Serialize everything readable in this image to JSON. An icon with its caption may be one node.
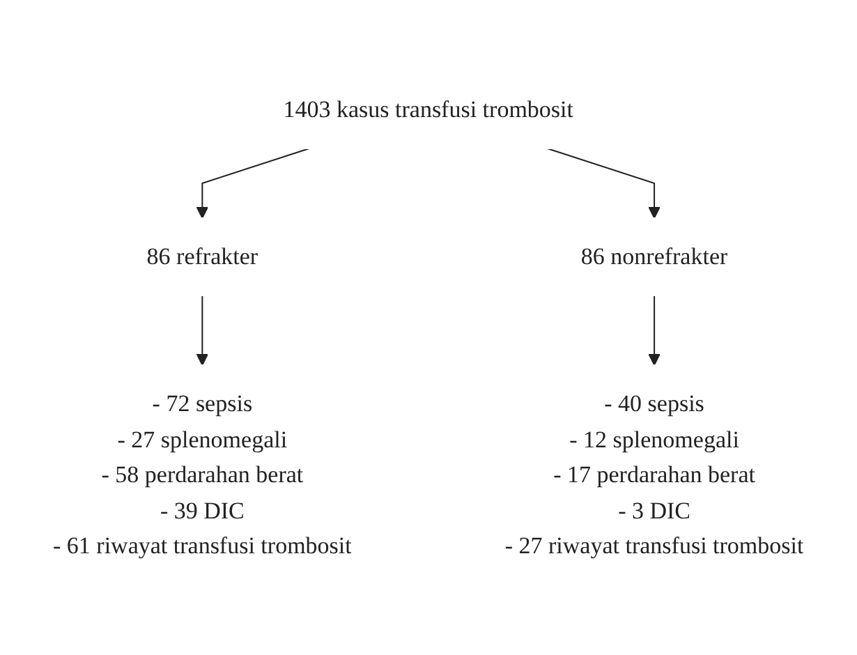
{
  "diagram": {
    "nodes": [
      {
        "text": [
          "1403 kasus transfusi trombosit"
        ]
      },
      {
        "text": [
          "86 refrakter"
        ]
      },
      {
        "text": [
          "86 nonrefrakter"
        ]
      },
      {
        "text": [
          "- 72 sepsis",
          "- 27 splenomegali",
          "- 58 perdarahan berat",
          "- 39 DIC",
          "- 61 riwayat transfusi trombosit"
        ]
      },
      {
        "text": [
          "- 40 sepsis",
          "- 12 splenomegali",
          "- 17 perdarahan berat",
          "- 3 DIC",
          "- 27 riwayat transfusi trombosit"
        ]
      }
    ],
    "edges": [
      {
        "from": 0,
        "to": 1,
        "arrow": "to"
      },
      {
        "from": 0,
        "to": 2,
        "arrow": "to"
      },
      {
        "from": 1,
        "to": 3,
        "arrow": "to"
      },
      {
        "from": 2,
        "to": 4,
        "arrow": "to"
      }
    ]
  }
}
